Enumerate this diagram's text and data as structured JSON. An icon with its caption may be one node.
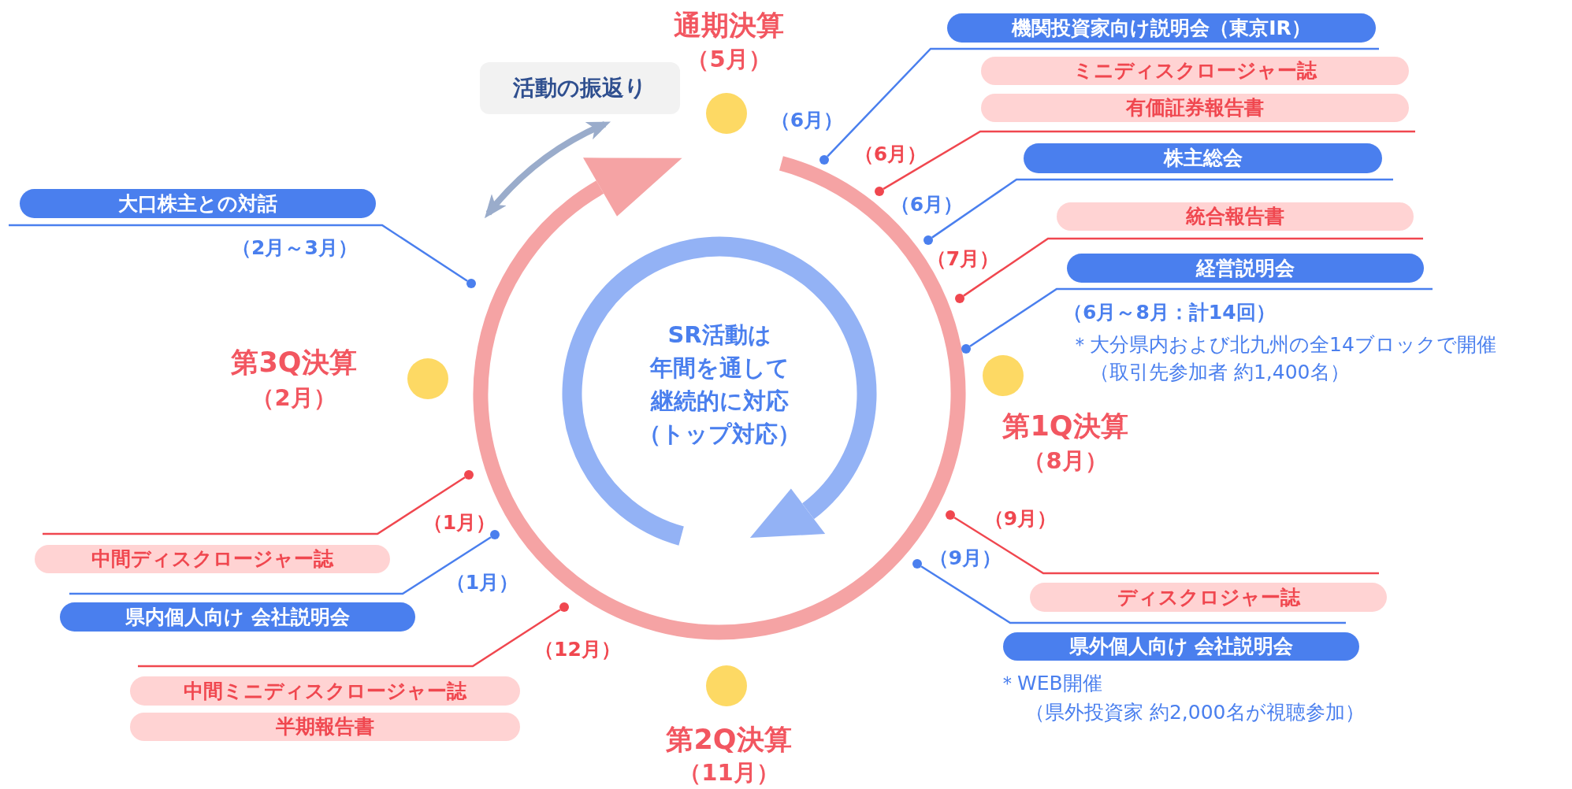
{
  "diagram": {
    "nodes": [
      {
        "text": [
          "活動の振返り"
        ]
      },
      {
        "text": [
          "機関投資家向け説明会（東京IR）"
        ]
      },
      {
        "text": [
          "ミニディスクロージャー誌"
        ]
      },
      {
        "text": [
          "有価証券報告書"
        ]
      },
      {
        "text": [
          "大口株主との対話"
        ],
        "beside": [
          "（2月～3月）"
        ]
      },
      {
        "text": [
          "株主総会"
        ]
      },
      {
        "text": [
          "統合報告書"
        ]
      },
      {
        "text": [
          "経営説明会"
        ],
        "beside": [
          "（6月～8月：計14回）",
          "＊大分県内および北九州の全14ブロックで開催",
          "（取引先参加者 約1,400名）"
        ]
      },
      {
        "text": [
          "中間ディスクロージャー誌"
        ]
      },
      {
        "text": [
          "県内個人向け 会社説明会"
        ],
        "beside": [
          "（1月）"
        ]
      },
      {
        "text": [
          "ディスクロジャー誌"
        ],
        "beside": [
          "（9月）"
        ]
      },
      {
        "text": [
          "県外個人向け 会社説明会"
        ],
        "beside": [
          "＊WEB開催",
          "（県外投資家 約2,000名が視聴参加）"
        ]
      },
      {
        "text": [
          "中間ミニディスクロージャー誌"
        ],
        "beside": [
          "（12月）"
        ]
      },
      {
        "text": [
          "半期報告書"
        ]
      },
      {
        "text": [],
        "shape": "circle"
      },
      {
        "text": [],
        "shape": "circle",
        "beside": [
          "（6月）"
        ]
      },
      {
        "text": [],
        "shape": "circle",
        "beside": [
          "（6月）"
        ]
      },
      {
        "text": [],
        "shape": "circle"
      },
      {
        "text": [],
        "shape": "circle"
      },
      {
        "text": [],
        "shape": "circle"
      },
      {
        "text": [],
        "shape": "circle"
      },
      {
        "text": [],
        "shape": "circle"
      },
      {
        "text": [],
        "shape": "circle"
      },
      {
        "text": [],
        "shape": "circle",
        "beside": [
          "（9月）"
        ]
      },
      {
        "text": [],
        "shape": "circle"
      }
    ],
    "edges": [
      {
        "from": 1,
        "to": 14,
        "arrow": "none"
      },
      {
        "from": 3,
        "to": 15,
        "arrow": "none",
        "color": "#f0474f"
      },
      {
        "from": 4,
        "to": 17,
        "arrow": "none"
      },
      {
        "from": 5,
        "to": 16,
        "arrow": "none"
      },
      {
        "from": 6,
        "to": 18,
        "arrow": "none",
        "color": "#f0474f"
      },
      {
        "from": 7,
        "to": 19,
        "arrow": "none"
      },
      {
        "from": 8,
        "to": 20,
        "arrow": "none",
        "color": "#f0474f"
      },
      {
        "from": 9,
        "to": 22,
        "arrow": "none"
      },
      {
        "from": 10,
        "to": 21,
        "arrow": "none",
        "color": "#f0474f"
      },
      {
        "from": 11,
        "to": 23,
        "arrow": "none"
      },
      {
        "from": 12,
        "to": 24,
        "arrow": "none",
        "color": "#f0474f"
      }
    ],
    "labels": [
      "通期決算",
      "（5月）",
      "第3Q決算",
      "（2月）",
      "SR活動は",
      "年間を通して",
      "継続的に対応",
      "（トップ対応）",
      "第1Q決算",
      "（8月）",
      "第2Q決算",
      "（11月）",
      "（6月）",
      "（7月）",
      "（1月）"
    ]
  }
}
